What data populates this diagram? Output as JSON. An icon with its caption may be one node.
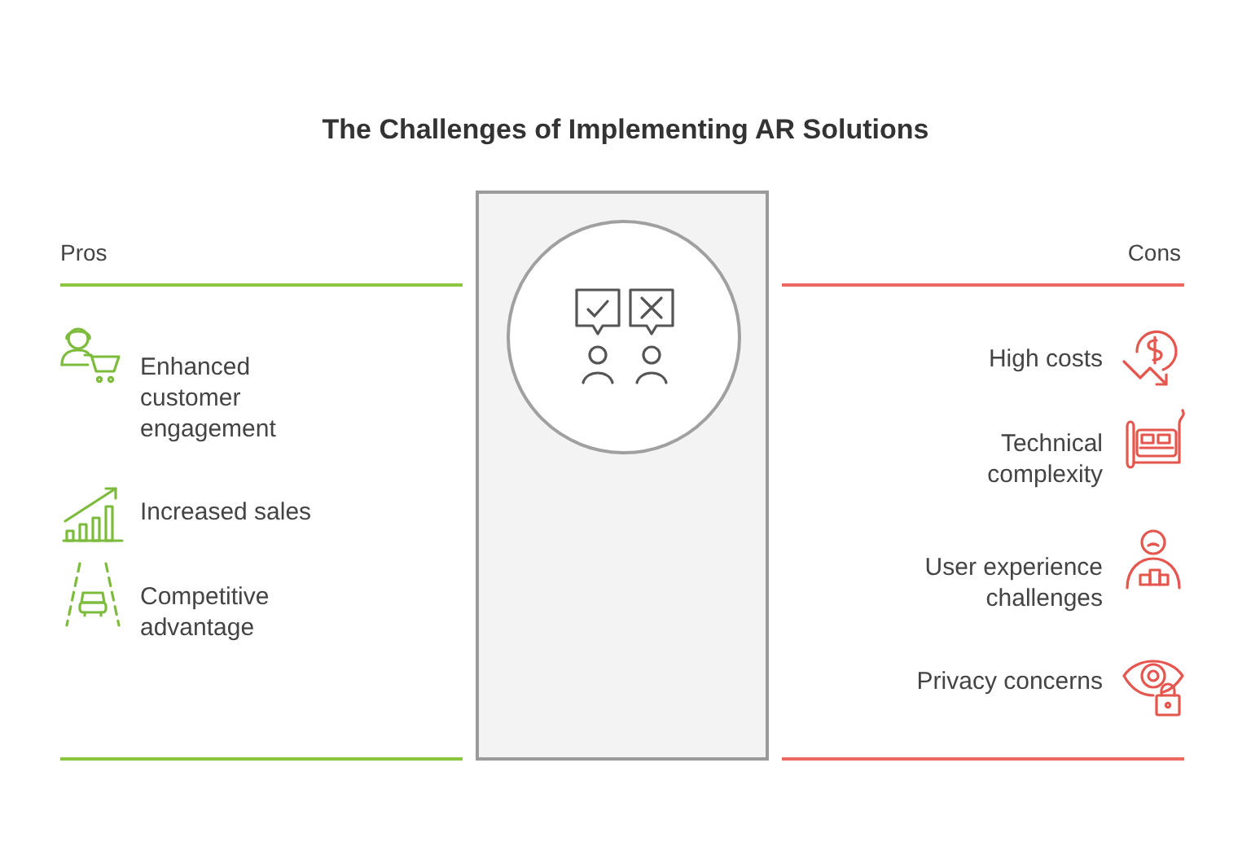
{
  "diagram": {
    "title": "The Challenges of Implementing AR Solutions",
    "nodes": [
      {
        "text": [],
        "shape": "box"
      },
      {
        "text": [],
        "shape": "circle",
        "in": 0
      }
    ],
    "labels": [
      "Pros",
      "Enhanced customer engagement",
      "Increased sales",
      "Competitive advantage",
      "Cons",
      "High costs",
      "Technical complexity",
      "User experience challenges",
      "Privacy concerns"
    ]
  }
}
